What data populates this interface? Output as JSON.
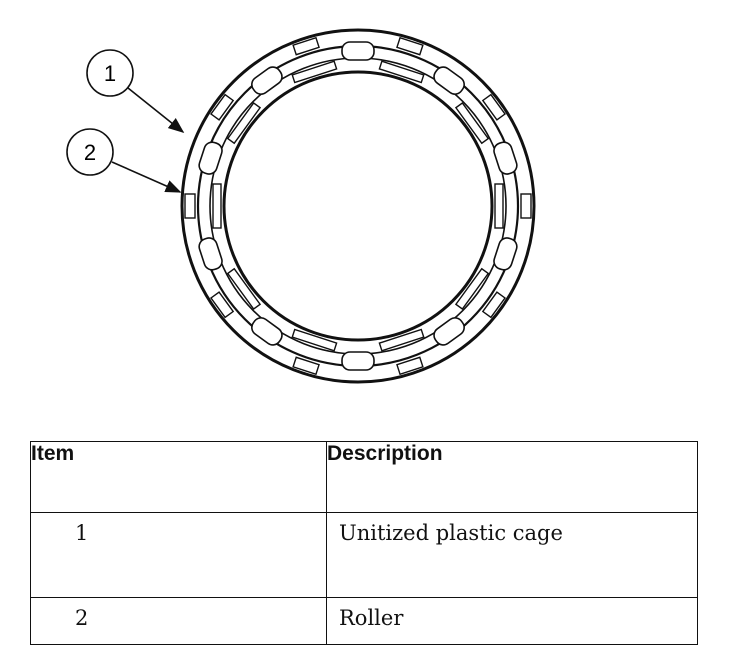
{
  "diagram": {
    "callouts": [
      {
        "number": "1"
      },
      {
        "number": "2"
      }
    ]
  },
  "table": {
    "headers": {
      "item": "Item",
      "description": "Description"
    },
    "rows": [
      {
        "item": "1",
        "description": "Unitized plastic cage"
      },
      {
        "item": "2",
        "description": "Roller"
      }
    ]
  }
}
